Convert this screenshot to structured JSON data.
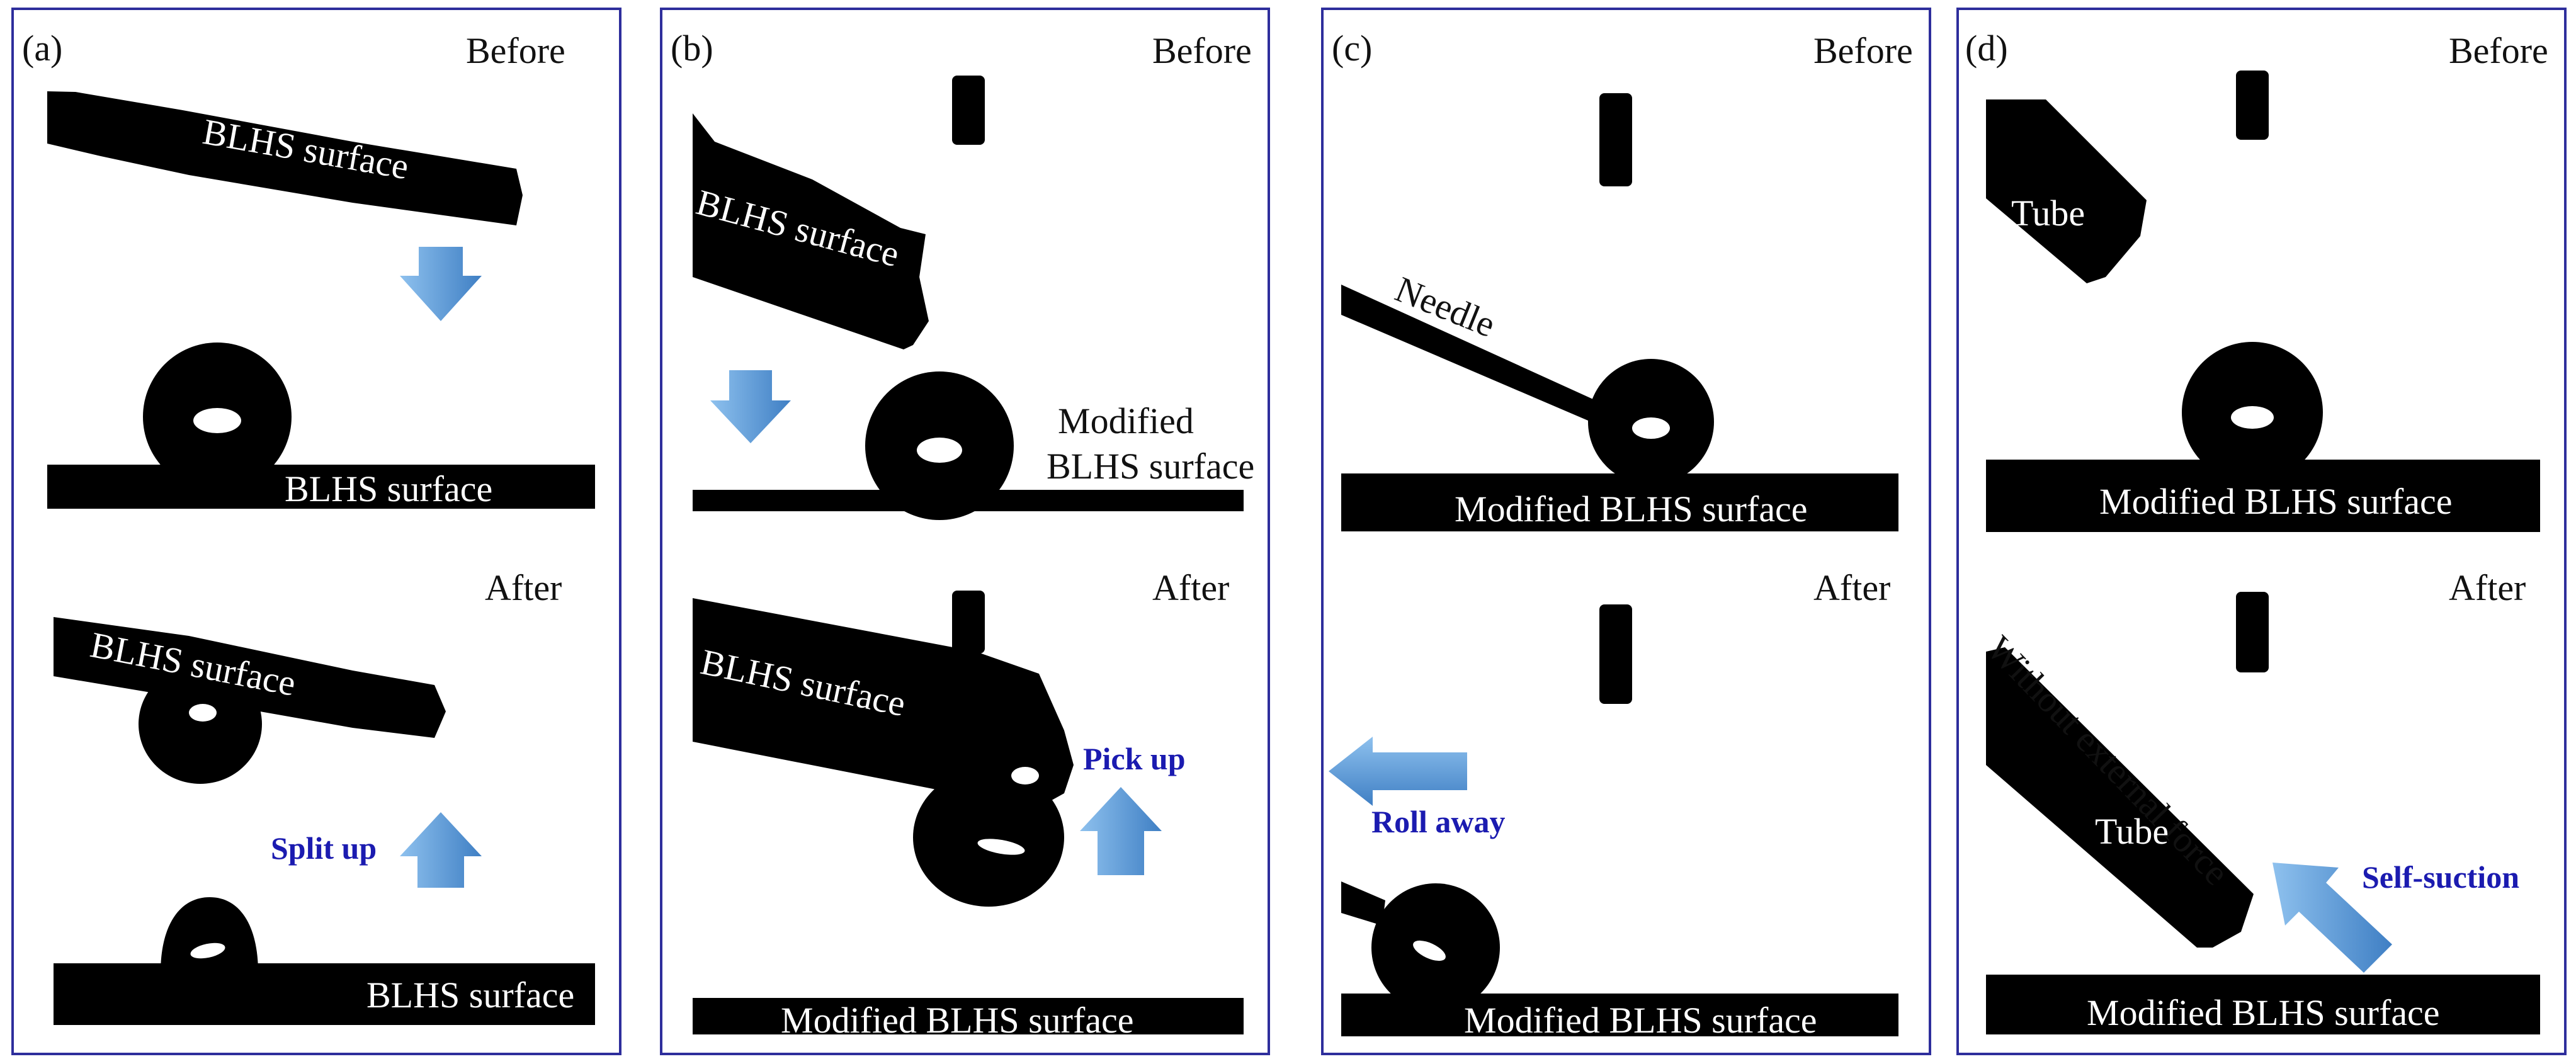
{
  "panels": [
    {
      "letter": "(a)",
      "before": "Before",
      "after": "After",
      "top_bar_label": "BLHS surface",
      "top_base_label": "BLHS surface",
      "bottom_bar_label": "BLHS surface",
      "bottom_base_label": "BLHS surface",
      "action": "Split up"
    },
    {
      "letter": "(b)",
      "before": "Before",
      "after": "After",
      "top_bar_label": "BLHS surface",
      "modified_line1": "Modified",
      "modified_line2": "BLHS surface",
      "bottom_bar_label": "BLHS surface",
      "bottom_base_label": "Modified BLHS surface",
      "action": "Pick up"
    },
    {
      "letter": "(c)",
      "before": "Before",
      "after": "After",
      "needle_label": "Needle",
      "top_base_label": "Modified BLHS surface",
      "bottom_base_label": "Modified BLHS surface",
      "action": "Roll away"
    },
    {
      "letter": "(d)",
      "before": "Before",
      "after": "After",
      "tube_top_label": "Tube",
      "top_base_label": "Modified BLHS surface",
      "tube_bottom_label": "Tube",
      "without_force": "Without external force",
      "bottom_base_label": "Modified BLHS surface",
      "action": "Self-suction"
    }
  ],
  "colors": {
    "frame": "#2e2e9c",
    "arrow": "#5b9bd5",
    "action_text": "#1b1bb0"
  }
}
